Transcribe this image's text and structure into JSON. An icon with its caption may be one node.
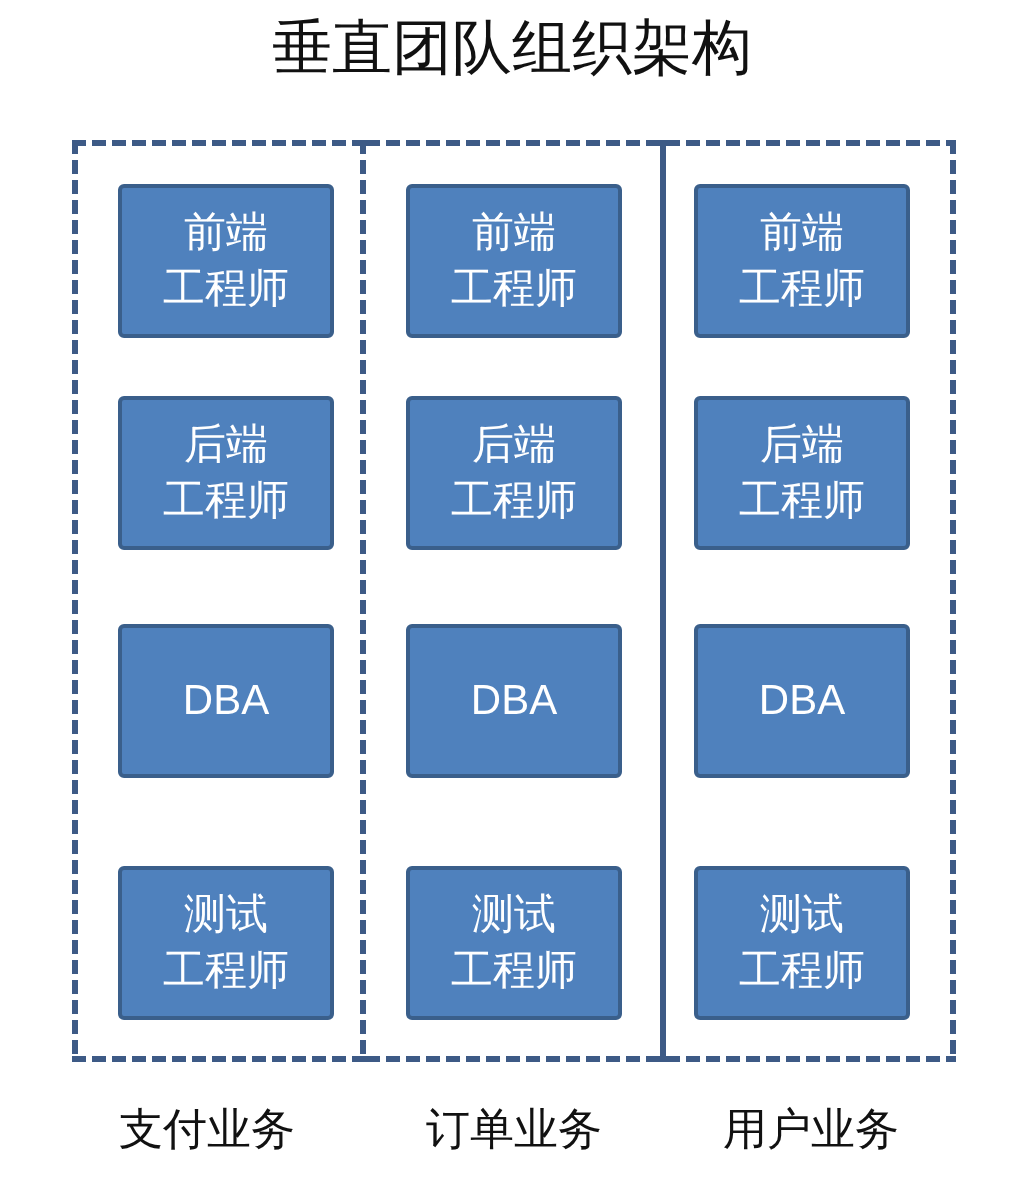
{
  "diagram": {
    "title": "垂直团队组织架构",
    "nodes": [
      {
        "text": [
          "支付业务"
        ]
      },
      {
        "text": [
          "前端工程师"
        ],
        "in": 0
      },
      {
        "text": [
          "后端工程师"
        ],
        "in": 0
      },
      {
        "text": [
          "DBA"
        ],
        "in": 0
      },
      {
        "text": [
          "测试工程师"
        ],
        "in": 0
      },
      {
        "text": [
          "订单业务"
        ]
      },
      {
        "text": [
          "前端工程师"
        ],
        "in": 5
      },
      {
        "text": [
          "后端工程师"
        ],
        "in": 5
      },
      {
        "text": [
          "DBA"
        ],
        "in": 5
      },
      {
        "text": [
          "测试工程师"
        ],
        "in": 5
      },
      {
        "text": [
          "用户业务"
        ]
      },
      {
        "text": [
          "前端工程师"
        ],
        "in": 10
      },
      {
        "text": [
          "后端工程师"
        ],
        "in": 10
      },
      {
        "text": [
          "DBA"
        ],
        "in": 10
      },
      {
        "text": [
          "测试工程师"
        ],
        "in": 10
      }
    ]
  }
}
